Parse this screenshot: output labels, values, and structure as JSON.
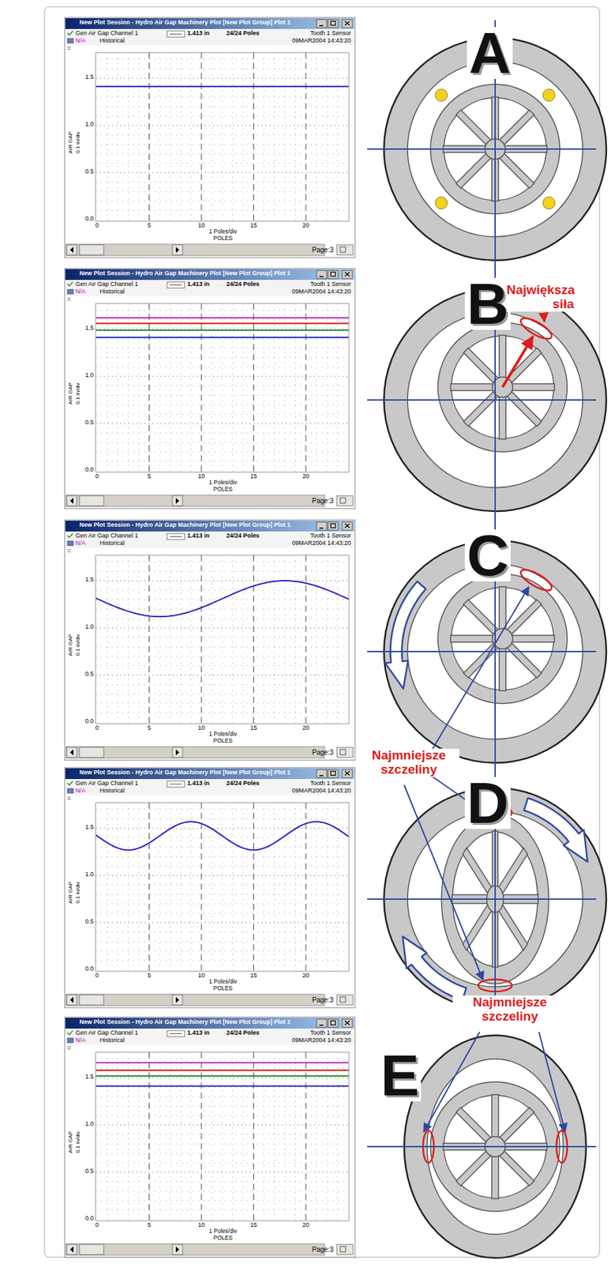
{
  "diagram": {
    "labels": [
      "New Plot Session - Hydro Air Gap Machinery Plot [New Plot Group] Plot 1",
      "Gen Air Gap Channel 1",
      "1.413 in",
      "24/24 Poles",
      "Tooth 1 Sensor",
      "N/A",
      "Historical",
      "09MAR2004 14:43:20",
      "AIR GAP",
      "0.1 in/div",
      "1.5",
      "1.0",
      "0.5",
      "0.0",
      "0",
      "5",
      "10",
      "15",
      "20",
      "1 Poles/div",
      "POLES",
      "Page:3",
      "A",
      "New Plot Session - Hydro Air Gap Machinery Plot [New Plot Group] Plot 1",
      "Gen Air Gap Channel 1",
      "1.413 in",
      "24/24 Poles",
      "Tooth 1 Sensor",
      "N/A",
      "Historical",
      "09MAR2004 14:43:20",
      "AIR GAP",
      "0.1 in/div",
      "1.5",
      "1.0",
      "0.5",
      "0.0",
      "0",
      "5",
      "10",
      "15",
      "20",
      "1 Poles/div",
      "POLES",
      "Page:3",
      "B",
      "Największa siła",
      "New Plot Session - Hydro Air Gap Machinery Plot [New Plot Group] Plot 1",
      "Gen Air Gap Channel 1",
      "1.413 in",
      "24/24 Poles",
      "Tooth 1 Sensor",
      "N/A",
      "Historical",
      "09MAR2004 14:43:20",
      "AIR GAP",
      "0.1 in/div",
      "1.5",
      "1.0",
      "0.5",
      "0.0",
      "0",
      "5",
      "10",
      "15",
      "20",
      "1 Poles/div",
      "POLES",
      "Page:3",
      "C",
      "Najmniejsze szczeliny",
      "New Plot Session - Hydro Air Gap Machinery Plot [New Plot Group] Plot 1",
      "Gen Air Gap Channel 1",
      "1.413 in",
      "24/24 Poles",
      "Tooth 1 Sensor",
      "N/A",
      "Historical",
      "09MAR2004 14:43:20",
      "AIR GAP",
      "0.1 in/div",
      "1.5",
      "1.0",
      "0.5",
      "0.0",
      "0",
      "5",
      "10",
      "15",
      "20",
      "1 Poles/div",
      "POLES",
      "Page:3",
      "D",
      "New Plot Session - Hydro Air Gap Machinery Plot [New Plot Group] Plot 1",
      "Gen Air Gap Channel 1",
      "1.413 in",
      "24/24 Poles",
      "Tooth 1 Sensor",
      "N/A",
      "Historical",
      "09MAR2004 14:43:20",
      "AIR GAP",
      "0.1 in/div",
      "1.5",
      "1.0",
      "0.5",
      "0.0",
      "0",
      "5",
      "10",
      "15",
      "20",
      "1 Poles/div",
      "POLES",
      "Page:3",
      "E",
      "Najmniejsze szczeliny"
    ]
  }
}
